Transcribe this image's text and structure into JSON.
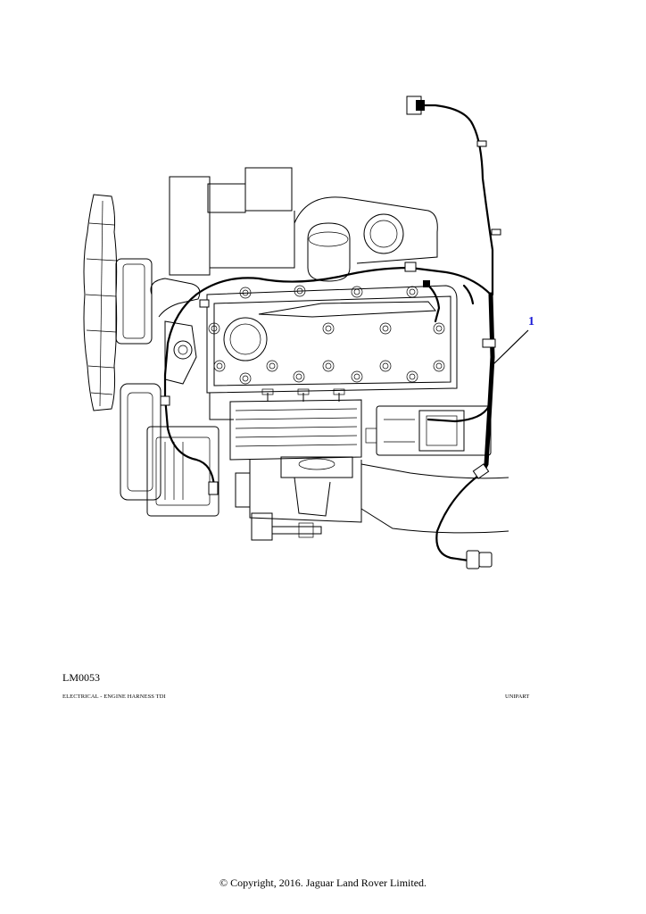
{
  "diagram": {
    "callout_number": "1",
    "callout_color": "#1a1ad6",
    "drawing_code": "LM0053",
    "caption": "ELECTRICAL - ENGINE HARNESS TDI",
    "brand": "UNIPART"
  },
  "footer": {
    "copyright": "© Copyright, 2016. Jaguar Land Rover Limited."
  }
}
